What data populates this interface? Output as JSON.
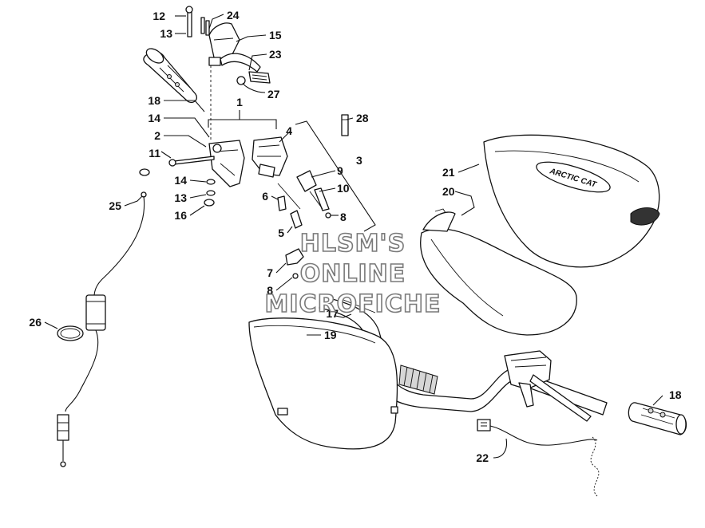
{
  "callouts": {
    "c1": "1",
    "c2": "2",
    "c3": "3",
    "c4": "4",
    "c5": "5",
    "c6": "6",
    "c7": "7",
    "c8a": "8",
    "c8b": "8",
    "c9": "9",
    "c10": "10",
    "c11": "11",
    "c12": "12",
    "c13a": "13",
    "c13b": "13",
    "c14a": "14",
    "c14b": "14",
    "c15": "15",
    "c16": "16",
    "c17": "17",
    "c18a": "18",
    "c18b": "18",
    "c19": "19",
    "c20": "20",
    "c21": "21",
    "c22": "22",
    "c23": "23",
    "c24": "24",
    "c25": "25",
    "c26": "26",
    "c27": "27",
    "c28": "28"
  },
  "watermark": {
    "line1": "HLSM'S",
    "line2": "ONLINE",
    "line3": "MICROFICHE"
  },
  "brand_text": "ARCTIC CAT",
  "colors": {
    "ink": "#111111",
    "watermark_outline": "#7a7a7a"
  }
}
